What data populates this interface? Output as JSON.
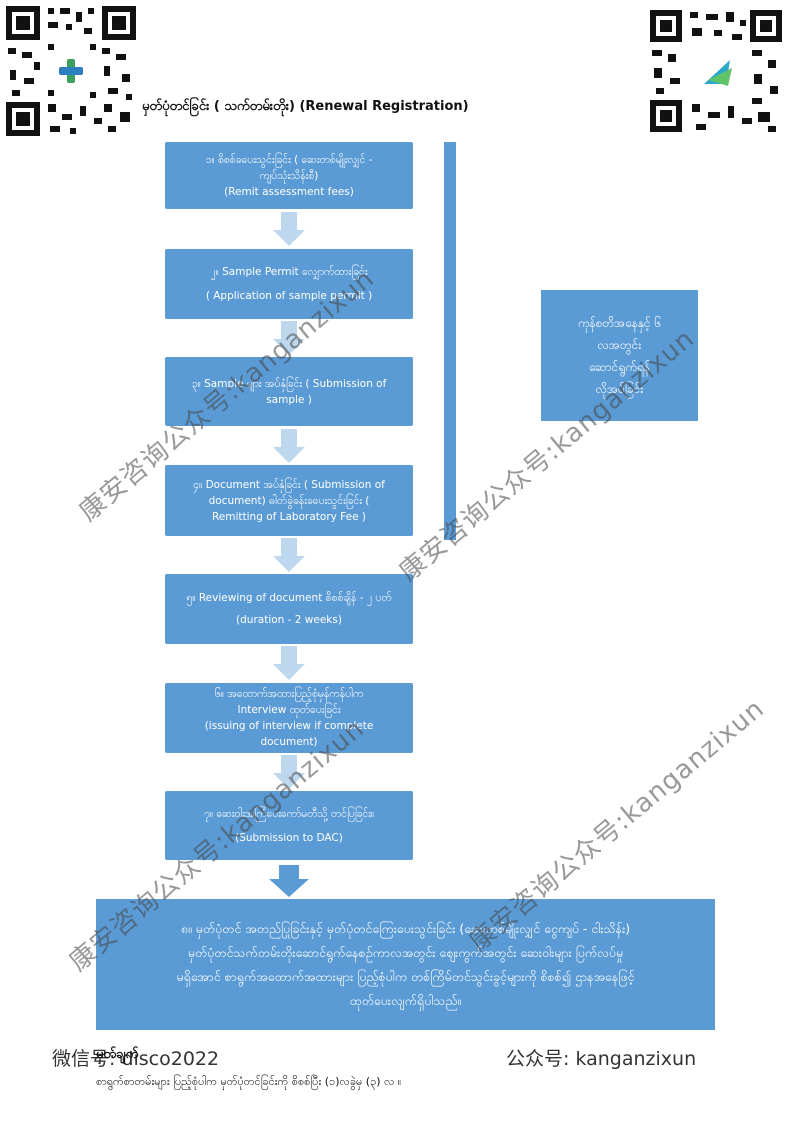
{
  "page": {
    "title": "မှတ်ပုံတင်ခြင်း ( သက်တမ်းတိုး) (Renewal Registration)"
  },
  "steps": [
    {
      "line1": "၁။ စိစစ်ခပေးသွင်းခြင်း ( ဆေးတစ်မျိုးလျှင် -",
      "line2": "ကျပ်သုံးသိန်းစီ)",
      "line3": "(Remit assessment fees)"
    },
    {
      "line1": "၂။ Sample Permit လျှောက်ထားခြင်း",
      "line2": "( Application of sample permit )",
      "line3": ""
    },
    {
      "line1": "၃။ Sample များ အပ်နှံခြင်း ( Submission of",
      "line2": "sample )",
      "line3": ""
    },
    {
      "line1": "၄။ Document အပ်နှံခြင်း ( Submission of",
      "line2": "document) ဓါတ်ခွဲခန်းခပေးသွင်းခြင်း (",
      "line3": "Remitting of Laboratory Fee )"
    },
    {
      "line1": "၅။ Reviewing of document စိစစ်ချိန် - ၂ ပတ်",
      "line2": "(duration - 2 weeks)",
      "line3": ""
    },
    {
      "line1": "၆။ အထောက်အထားပြည့်စုံမှန်ကန်ပါက",
      "line2": "Interview ထုတ်ပေးခြင်း",
      "line3": "(issuing of interview if complete document)"
    },
    {
      "line1": "၇။ ဆေးဝါးအကြံပေးကော်မတီသို့ တင်ပြခြင်း။",
      "line2": "(Submission to DAC)",
      "line3": ""
    }
  ],
  "side": {
    "line1": "ကုန်စတိအနေနှင့် ၆",
    "line2": "လအတွင်း",
    "line3": "ဆောင်ရွက်ရန်",
    "line4": "လိုအပ်ခြင်း"
  },
  "final": {
    "line1": "၈။ မှတ်ပုံတင် အတည်ပြုခြင်းနှင့် မှတ်ပုံတင်ကြေးပေးသွင်းခြင်း (ဆေးတစ်မျိုးလျှင် ငွေကျပ် - ငါးသိန်း)",
    "line2": "မှတ်ပုံတင်သက်တမ်းတိုးဆောင်ရွက်နေစဉ်ကာလအတွင်း ဈေးကွက်အတွင်း ဆေးဝါးများ ပြက်လပ်မှု",
    "line3": "မရှိအောင် စာရွက်အထောက်အထားများ ပြည့်စုံပါက တစ်ကြိမ်တင်သွင်းခွင့်များကို စိစစ်၍ ဌာနအနေဖြင့်",
    "line4": "ထုတ်ပေးလျက်ရှိပါသည်။"
  },
  "footer": {
    "left": "微信号: disco2022",
    "right": "公众号: kanganzixun",
    "note_label": "မှတ်ချက်",
    "note": "စာရွက်စာတမ်းများ ပြည့်စုံပါက မှတ်ပုံတင်ခြင်းကို စိစစ်ပြီး (၁)လခွဲမှ (၃) လ ။"
  },
  "watermark": {
    "text": "康安咨询公众号:kanganzixun"
  },
  "colors": {
    "box": "#5b9bd5",
    "arrow": "#bdd7ee"
  }
}
